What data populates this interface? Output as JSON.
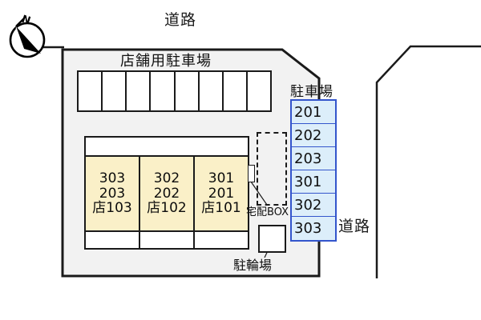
{
  "plan": {
    "title_top_road": "道路",
    "title_right_road": "道路",
    "compass_north": "N"
  },
  "store_parking": {
    "label": "店舗用駐車場",
    "stall_count": 8,
    "stalls": [
      "",
      "",
      "",
      "",
      "",
      "",
      "",
      ""
    ]
  },
  "building": {
    "units": [
      {
        "floor3": "303",
        "floor2": "203",
        "floor1": "店103"
      },
      {
        "floor3": "302",
        "floor2": "202",
        "floor1": "店102"
      },
      {
        "floor3": "301",
        "floor2": "201",
        "floor1": "店101"
      }
    ]
  },
  "delivery": {
    "label": "宅配BOX"
  },
  "bicycle": {
    "label": "駐輪場"
  },
  "parking": {
    "title": "駐車場",
    "slots": [
      "201",
      "202",
      "203",
      "301",
      "302",
      "303"
    ]
  },
  "colors": {
    "unit_fill": "#FAF0C8",
    "parking_fill": "#DCEEFA",
    "parking_border": "#3355CC",
    "site_fill": "#F2F2F2",
    "line": "#1A1A1A"
  }
}
